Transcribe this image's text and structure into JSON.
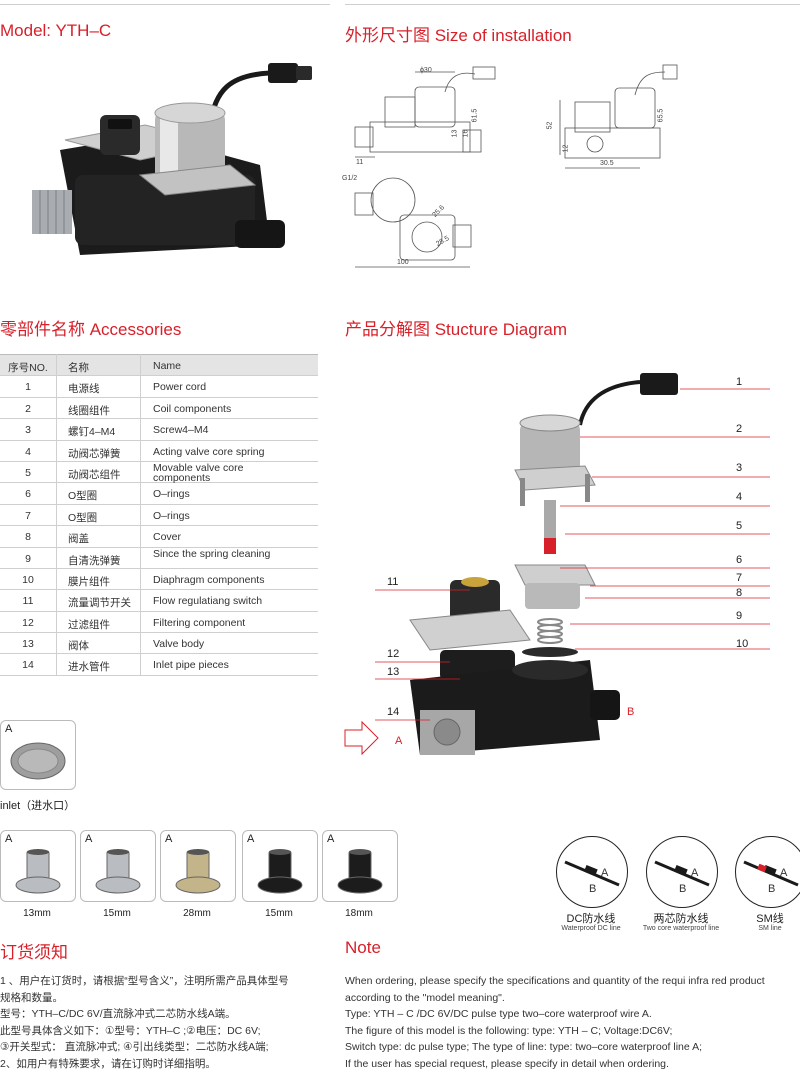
{
  "headings": {
    "model": "Model: YTH–C",
    "installation": "外形尺寸图 Size of installation",
    "accessories": "零部件名称 Accessories",
    "structure": "产品分解图 Stucture Diagram",
    "ordering_cn": "订货须知",
    "note": "Note"
  },
  "dimensions": {
    "d30": "ϕ30",
    "d13": "13",
    "d16": "16",
    "d61_5": "61.5",
    "d11": "11",
    "g12": "G1/2",
    "d25_6": "25.6",
    "d28_5": "28.5",
    "d100": "100",
    "d52": "52",
    "d65_5": "65.5",
    "d12": "12",
    "d30_5": "30.5"
  },
  "accessories": {
    "headers": {
      "no": "序号NO.",
      "cn": "名称",
      "en": "Name"
    },
    "rows": [
      {
        "no": "1",
        "cn": "电源线",
        "en": "Power cord"
      },
      {
        "no": "2",
        "cn": "线圈组件",
        "en": "Coil components"
      },
      {
        "no": "3",
        "cn": "螺钉4–M4",
        "en": "Screw4–M4"
      },
      {
        "no": "4",
        "cn": "动阀芯弹簧",
        "en": "Acting valve core spring"
      },
      {
        "no": "5",
        "cn": "动阀芯组件",
        "en": "Movable valve core components"
      },
      {
        "no": "6",
        "cn": "O型圈",
        "en": "O–rings"
      },
      {
        "no": "7",
        "cn": "O型圈",
        "en": "O–rings"
      },
      {
        "no": "8",
        "cn": "阀盖",
        "en": "Cover"
      },
      {
        "no": "9",
        "cn": "自清洗弹簧",
        "en": "Since the spring cleaning"
      },
      {
        "no": "10",
        "cn": "膜片组件",
        "en": "Diaphragm components"
      },
      {
        "no": "11",
        "cn": "流量调节开关",
        "en": "Flow regulatiang switch"
      },
      {
        "no": "12",
        "cn": "过滤组件",
        "en": "Filtering component"
      },
      {
        "no": "13",
        "cn": "阀体",
        "en": "Valve body"
      },
      {
        "no": "14",
        "cn": "进水管件",
        "en": "Inlet pipe pieces"
      }
    ]
  },
  "callouts": [
    "1",
    "2",
    "3",
    "4",
    "5",
    "6",
    "7",
    "8",
    "9",
    "10",
    "11",
    "12",
    "13",
    "14"
  ],
  "ports": {
    "a": "A",
    "b": "B"
  },
  "inlet": {
    "label": "A",
    "caption": "inlet（进水口）"
  },
  "fittings": [
    {
      "label": "A",
      "size": "13mm",
      "color": "#b9bcc0"
    },
    {
      "label": "A",
      "size": "15mm",
      "color": "#b9bcc0"
    },
    {
      "label": "A",
      "size": "28mm",
      "color": "#c4b48a"
    },
    {
      "label": "A",
      "size": "15mm",
      "color": "#1c1c1c"
    },
    {
      "label": "A",
      "size": "18mm",
      "color": "#1c1c1c"
    }
  ],
  "wires": [
    {
      "cn": "DC防水线",
      "en": "Waterproof DC line"
    },
    {
      "cn": "两芯防水线",
      "en": "Two core waterproof line"
    },
    {
      "cn": "SM线",
      "en": "SM line"
    }
  ],
  "wire_labels": {
    "a": "A",
    "b": "B"
  },
  "ordering_cn_lines": [
    "1 、用户在订货时，请根据“型号含义”，注明所需产品具体型号",
    "规格和数量。",
    "  型号：YTH–C/DC 6V/直流脉冲式二芯防水线A端。",
    "  此型号具体含义如下：①型号：YTH–C ;②电压：DC 6V;",
    "  ③开关型式：  直流脉冲式; ④引出线类型：二芯防水线A端;",
    "2、如用户有特殊要求，请在订购时详细指明。"
  ],
  "note_lines": [
    "When ordering, please specify the specifications and quantity of the requi infra red product",
    "according to the \"model meaning\".",
    "Type: YTH – C /DC 6V/DC pulse type two–core waterproof wire A.",
    "The figure of this model is the following: type: YTH – C; Voltage:DC6V;",
    "Switch type: dc pulse type; The type of line: type: two–core waterproof line A;",
    "If the user has special request, please specify in detail when ordering."
  ],
  "colors": {
    "accent": "#d8202a"
  }
}
